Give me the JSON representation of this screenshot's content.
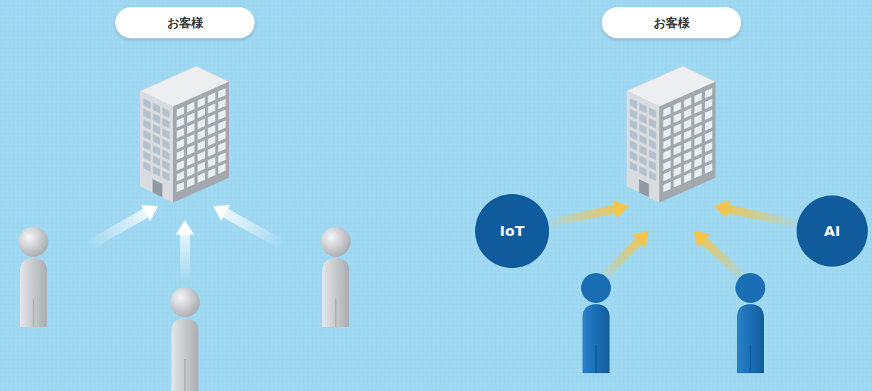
{
  "diagram": {
    "nodes": [
      {
        "text": [
          "お客様"
        ]
      },
      {
        "text": [
          "お客様"
        ]
      },
      {
        "text": [
          "IoT"
        ]
      },
      {
        "text": [
          "AI"
        ]
      }
    ],
    "edges": [
      {
        "from": 2,
        "to": 1,
        "arrow": "to"
      },
      {
        "from": 3,
        "to": 1,
        "arrow": "to"
      }
    ]
  }
}
